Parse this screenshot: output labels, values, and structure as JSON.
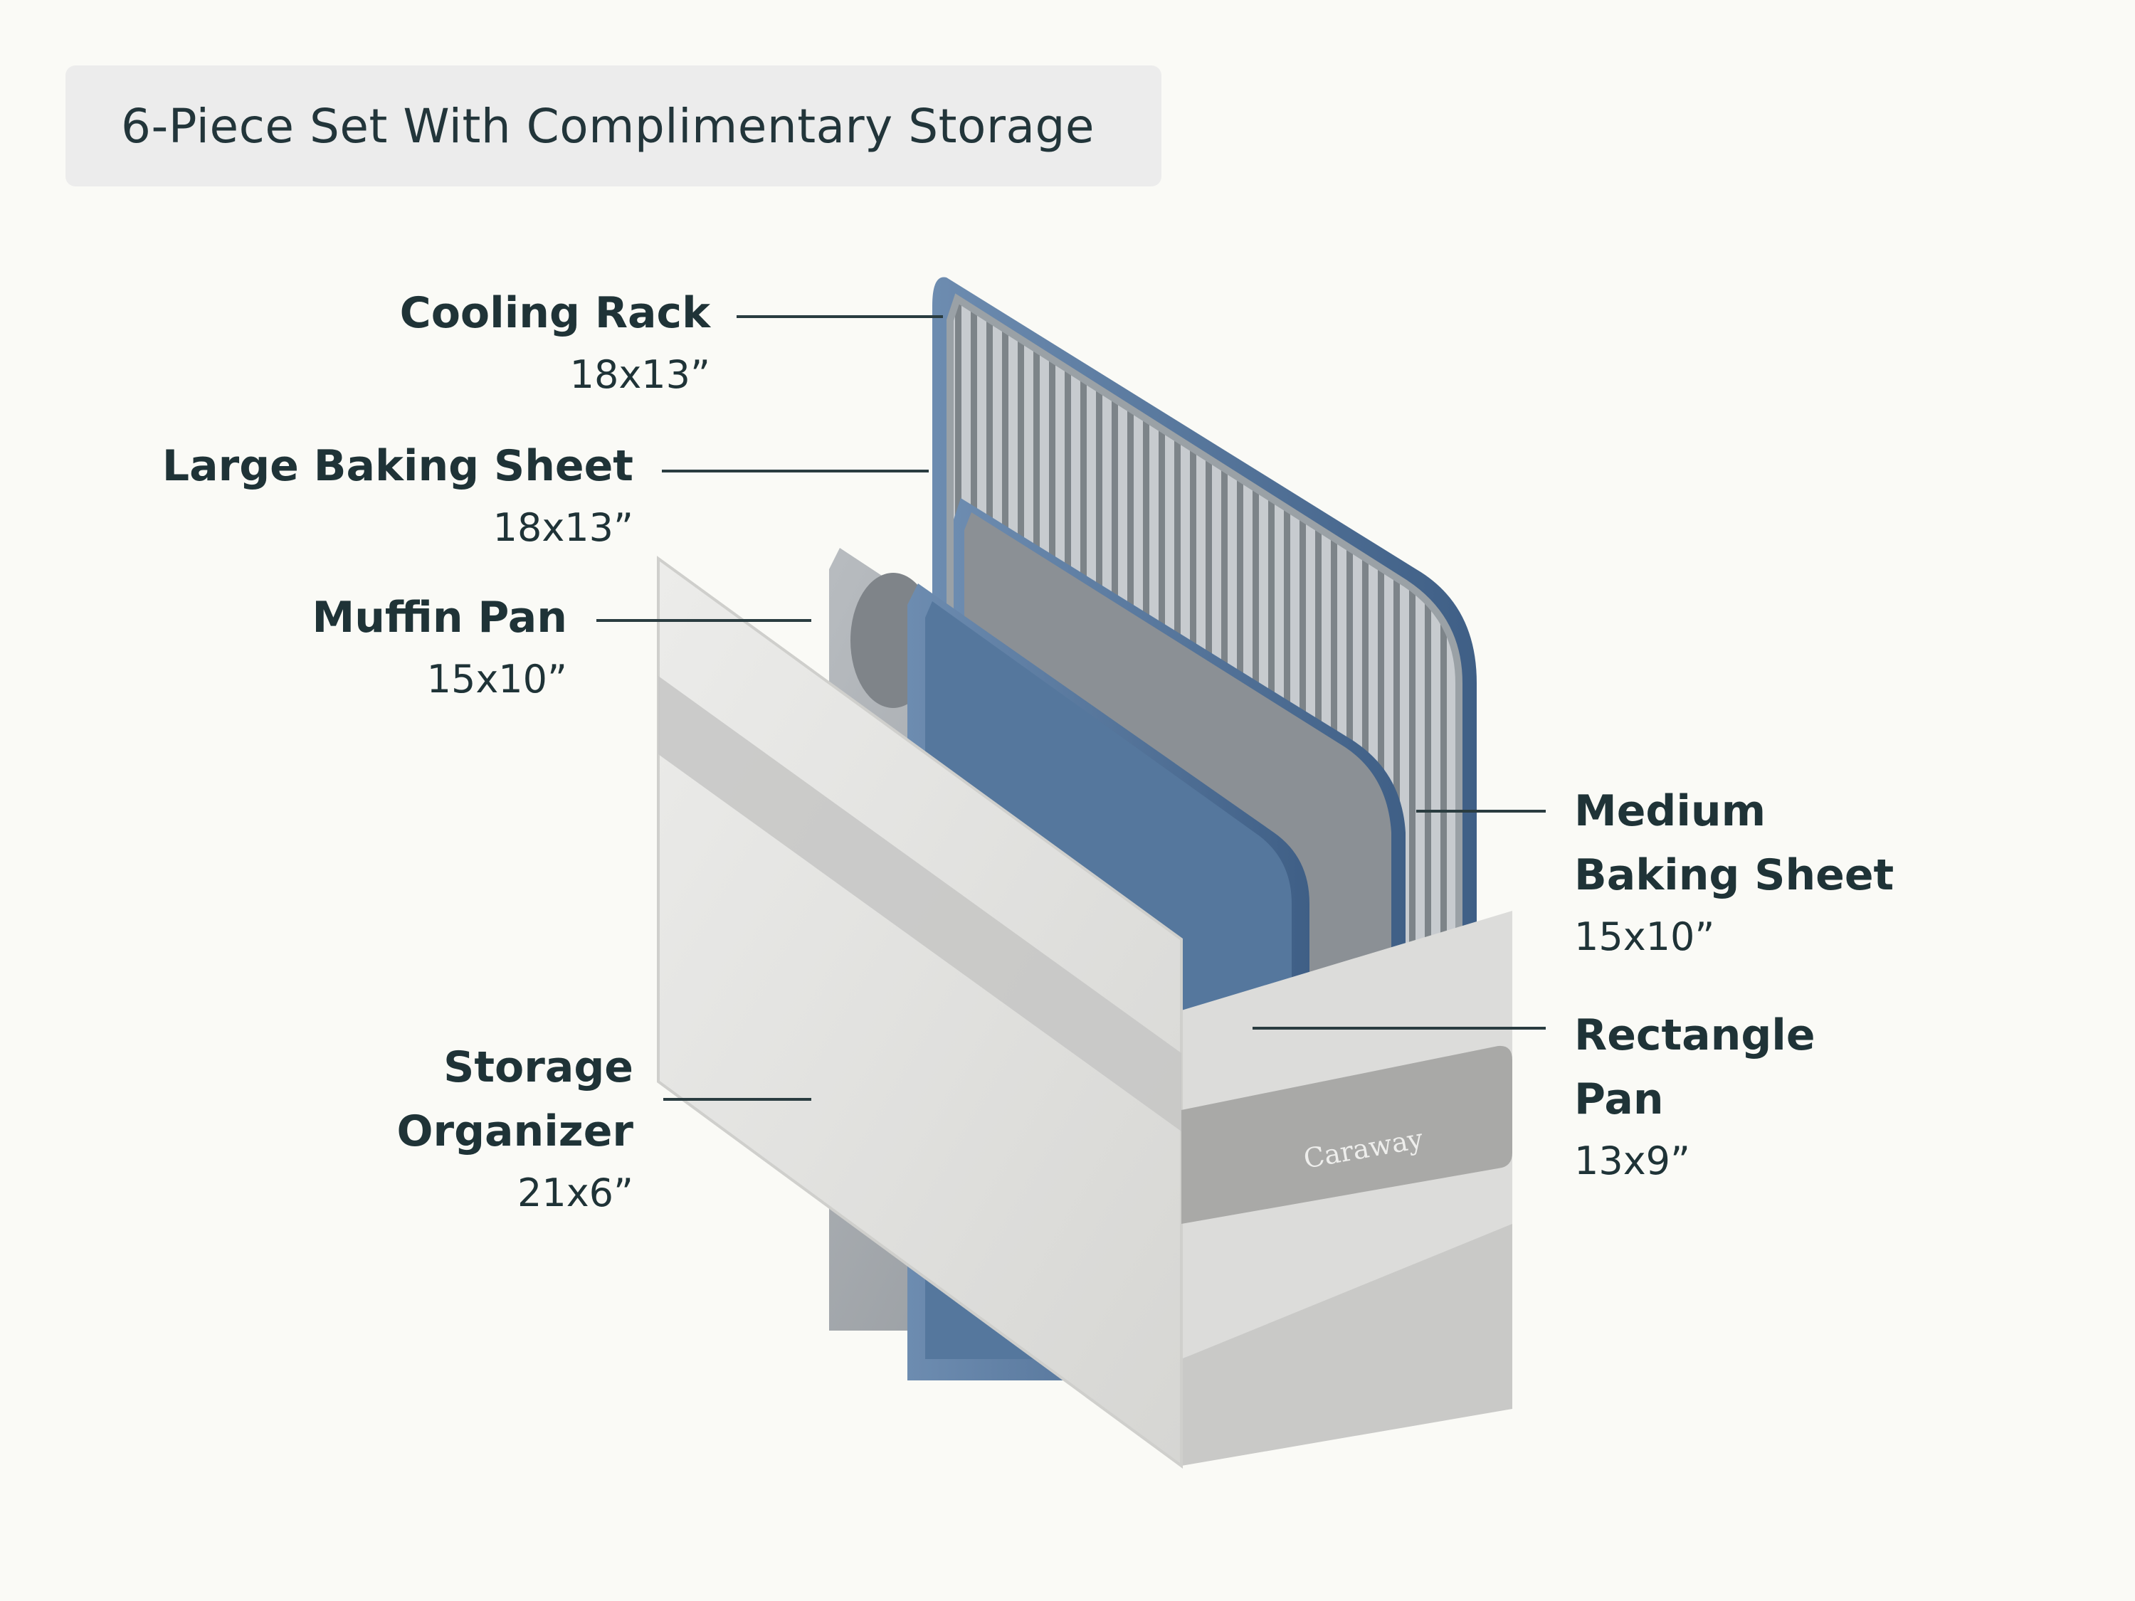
{
  "header": {
    "title": "6-Piece Set With Complimentary Storage"
  },
  "brand": {
    "logo_text": "Caraway"
  },
  "labels": {
    "cooling_rack": {
      "name": "Cooling Rack",
      "size": "18x13”"
    },
    "large_baking_sheet": {
      "name": "Large Baking Sheet",
      "size": "18x13”"
    },
    "muffin_pan": {
      "name": "Muffin Pan",
      "size": "15x10”"
    },
    "storage_organizer": {
      "name_line1": "Storage",
      "name_line2": "Organizer",
      "size": "21x6”"
    },
    "medium_baking_sheet": {
      "name_line1": "Medium",
      "name_line2": "Baking Sheet",
      "size": "15x10”"
    },
    "rectangle_pan": {
      "name_line1": "Rectangle",
      "name_line2": "Pan",
      "size": "13x9”"
    }
  },
  "colors": {
    "background": "#fafaf6",
    "badge": "#ececec",
    "text": "#1f3337",
    "pan_blue": "#4e6f96",
    "pan_grey": "#9ea3a8",
    "organizer": "#e2e2e0"
  }
}
